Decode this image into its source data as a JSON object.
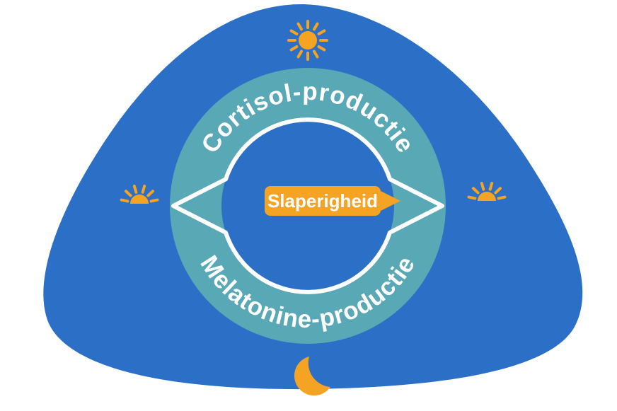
{
  "diagram": {
    "top_label": "Cortisol-productie",
    "bottom_label": "Melatonine-productie",
    "center_label": "Slaperigheid"
  },
  "colors": {
    "background": "#ffffff",
    "blob_blue": "#2B6FC7",
    "ring_teal": "#58A8B6",
    "accent_orange": "#F5A322",
    "text_white": "#ffffff"
  },
  "icons": {
    "top": "sun",
    "left": "sunrise",
    "right": "sunset",
    "bottom": "moon"
  }
}
